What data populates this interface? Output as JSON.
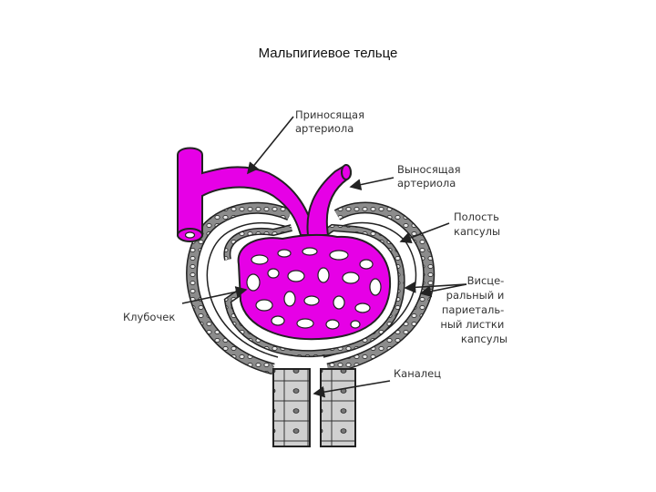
{
  "title": "Мальпигиевое тельце",
  "labels": {
    "afferent": [
      "Приносящая",
      "артериола"
    ],
    "efferent": [
      "Выносящая",
      "артериола"
    ],
    "cavity": [
      "Полость",
      "капсулы"
    ],
    "layers": [
      "Висце-",
      "ральный и",
      "париеталь-",
      "ный листки",
      "капсулы"
    ],
    "glomerulus": [
      "Клубочек"
    ],
    "tubule": [
      "Каналец"
    ]
  },
  "colors": {
    "vessel": "#e600e6",
    "outline": "#222222",
    "cell_fill": "#9a9a9a",
    "tubule_fill": "#c8c8c8"
  }
}
